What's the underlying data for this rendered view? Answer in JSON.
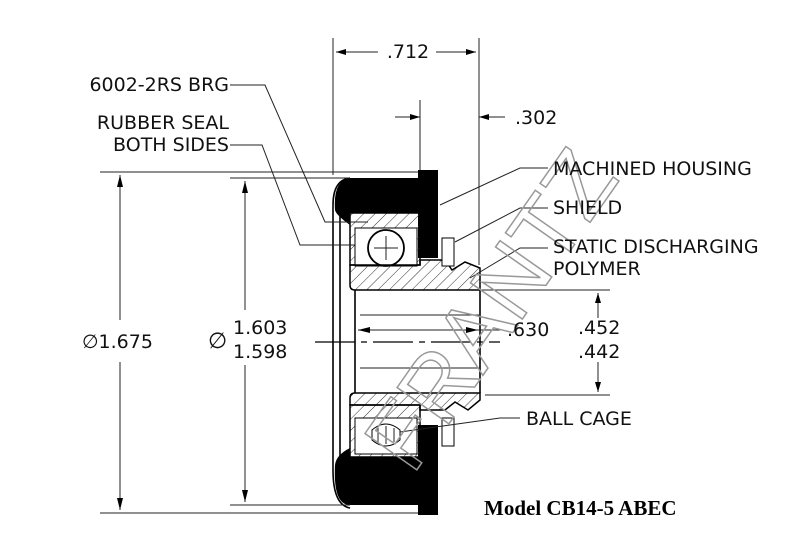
{
  "title": "Model CB14-5 ABEC",
  "watermark": "FRANTZ",
  "dimensions": {
    "overall_width": ".712",
    "flange_offset": ".302",
    "outer_diameter": "∅1.675",
    "bearing_od_symbol": "∅",
    "bearing_od_max": "1.603",
    "bearing_od_min": "1.598",
    "bore_length": ".630",
    "bore_max": ".452",
    "bore_min": ".442"
  },
  "callouts": {
    "bearing": "6002-2RS BRG",
    "seal_line1": "RUBBER SEAL",
    "seal_line2": "BOTH SIDES",
    "housing": "MACHINED HOUSING",
    "shield": "SHIELD",
    "polymer_line1": "STATIC DISCHARGING",
    "polymer_line2": "POLYMER",
    "ball_cage": "BALL CAGE"
  }
}
